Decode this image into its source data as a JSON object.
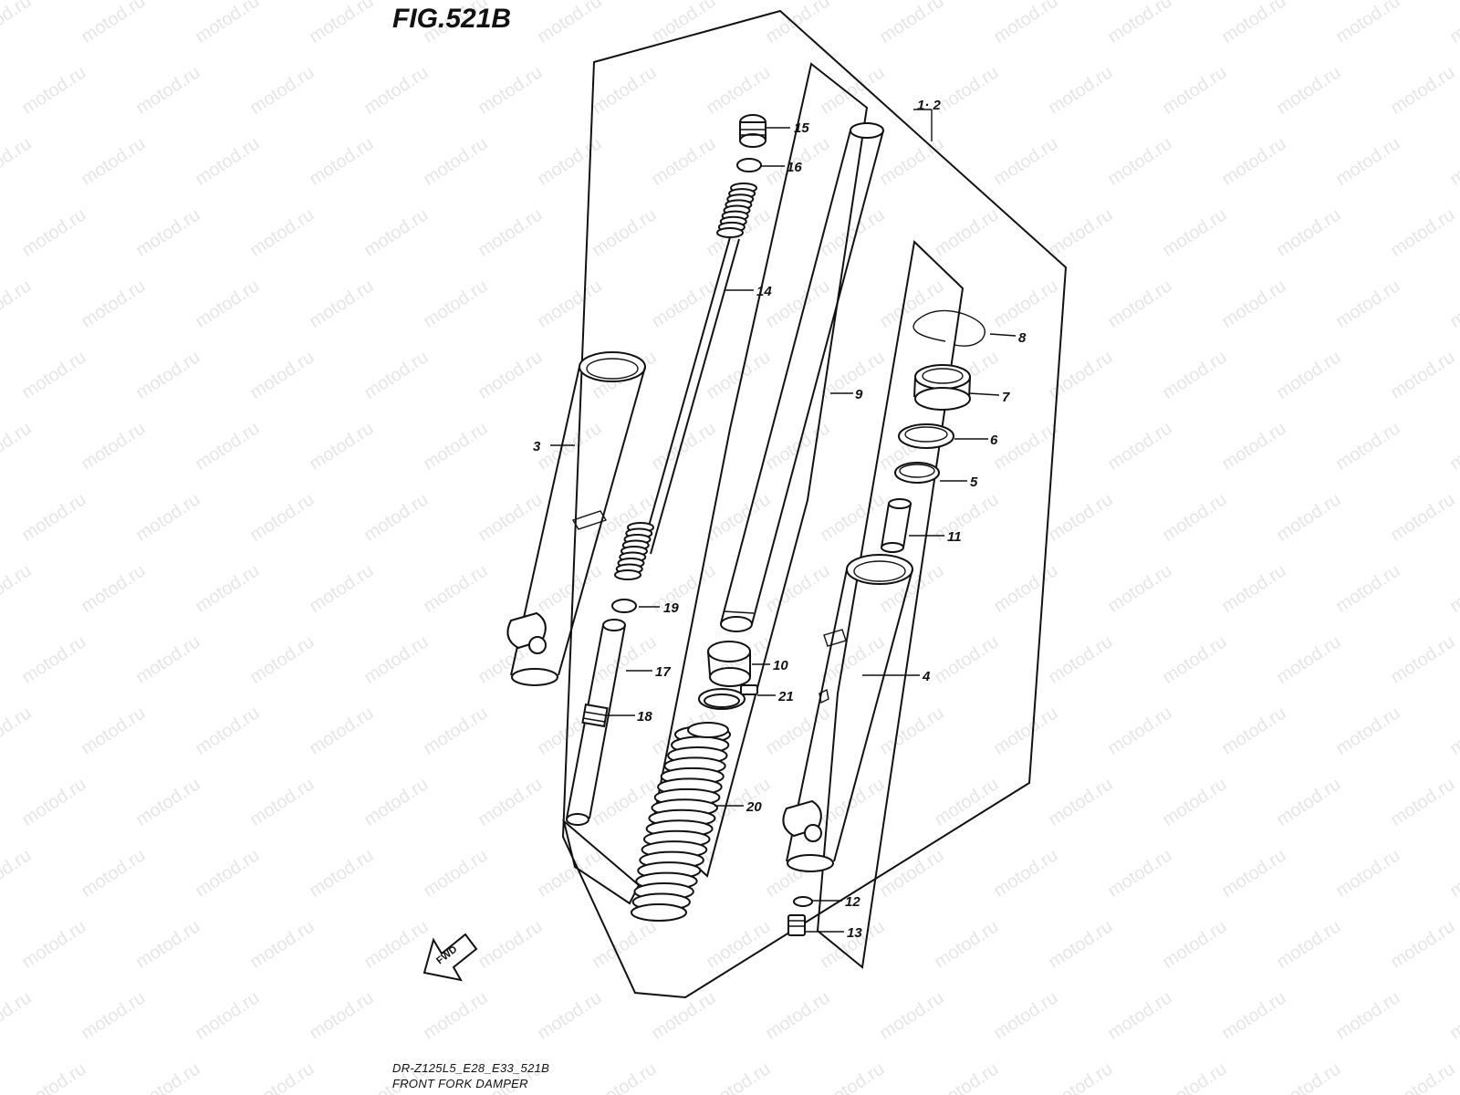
{
  "figure": {
    "title": "FIG.521B",
    "model_code": "DR-Z125L5_E28_E33_521B",
    "caption": "FRONT FORK DAMPER"
  },
  "watermark": "motod.ru",
  "fwd_label": "FWD",
  "callouts": {
    "c1_2": "1· 2",
    "c3": "3",
    "c4": "4",
    "c5": "5",
    "c6": "6",
    "c7": "7",
    "c8": "8",
    "c9": "9",
    "c10": "10",
    "c11": "11",
    "c12": "12",
    "c13": "13",
    "c14": "14",
    "c15": "15",
    "c16": "16",
    "c17": "17",
    "c18": "18",
    "c19": "19",
    "c20": "20",
    "c21": "21"
  }
}
